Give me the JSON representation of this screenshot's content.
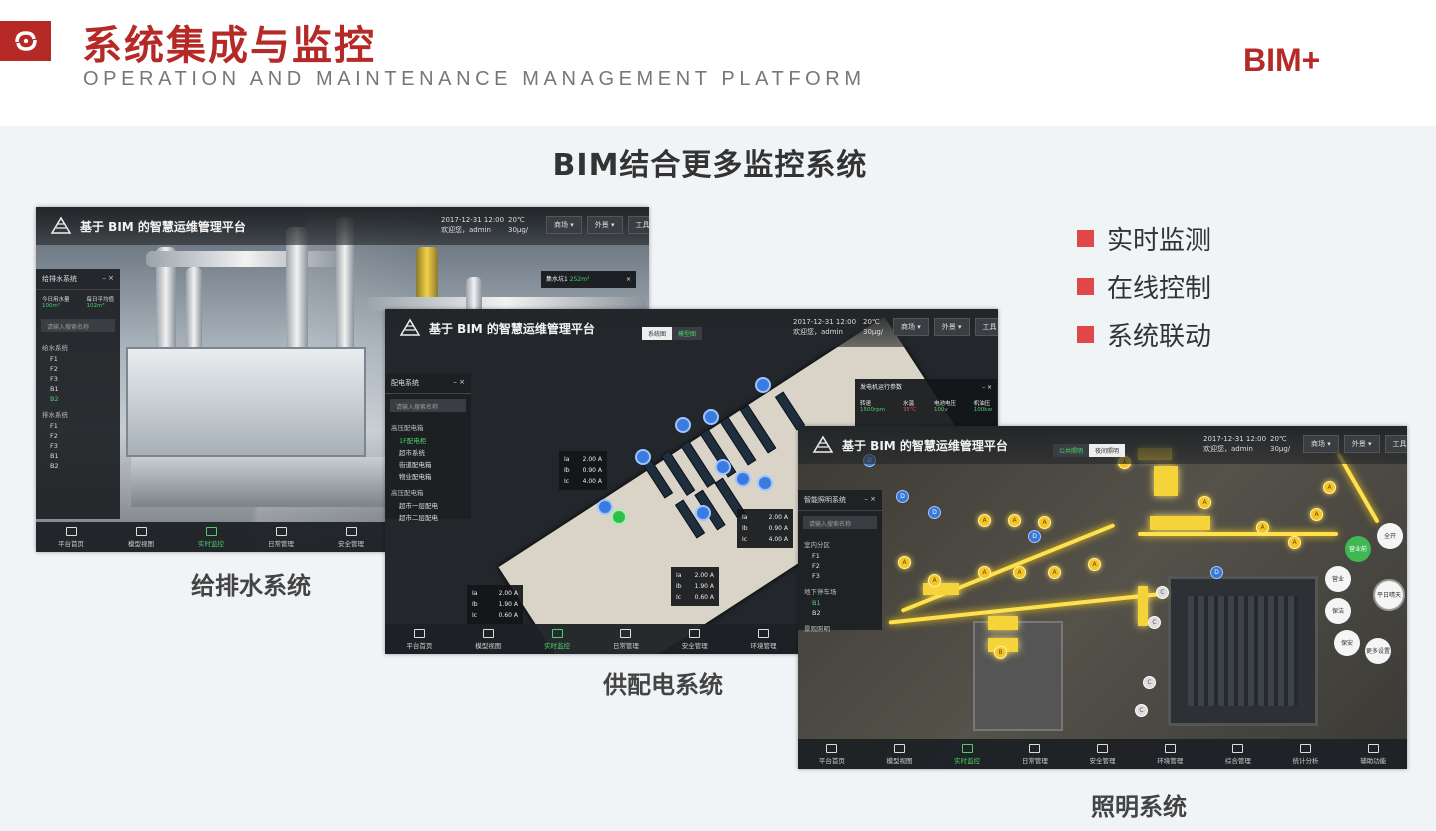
{
  "header": {
    "title": "系统集成与监控",
    "subtitle": "OPERATION AND MAINTENANCE MANAGEMENT PLATFORM",
    "brand": "BIM+"
  },
  "section_heading": "BIM结合更多监控系统",
  "features": [
    "实时监测",
    "在线控制",
    "系统联动"
  ],
  "captions": {
    "water": "给排水系统",
    "power": "供配电系统",
    "lighting": "照明系统"
  },
  "app": {
    "title": "基于 BIM 的智慧运维管理平台",
    "datetime": "2017-12-31 12:00",
    "welcome": "欢迎您，",
    "user": "admin",
    "temp": "20℃",
    "pm": "30μg/",
    "menus": [
      "商场 ▾",
      "外景 ▾",
      "工具 ▾"
    ],
    "nav_water": [
      "平台首页",
      "模型视图",
      "实时监控",
      "日常管理",
      "安全管理"
    ],
    "nav_power": [
      "平台首页",
      "模型视图",
      "实时监控",
      "日常管理",
      "安全管理",
      "环境管理"
    ],
    "nav_light": [
      "平台首页",
      "模型视图",
      "实时监控",
      "日常管理",
      "安全管理",
      "环境管理",
      "综合管理",
      "统计分析",
      "辅助功能"
    ]
  },
  "water_panel": {
    "title": "给排水系统",
    "stat1_label": "今日用水量",
    "stat1_value": "100m³",
    "stat2_label": "每日平均值",
    "stat2_value": "102m³",
    "search": "请输入搜索名称",
    "group1": "给水系统",
    "group1_items": [
      "F1",
      "F2",
      "F3",
      "B1",
      "B2"
    ],
    "group2": "排水系统",
    "group2_items": [
      "F1",
      "F2",
      "F3",
      "B1",
      "B2"
    ],
    "tank_label": "集水坑1",
    "tank_value": "252m³"
  },
  "power_panel": {
    "title": "配电系统",
    "search": "请输入搜索名称",
    "group1": "高压配电箱",
    "group1_items": [
      "1F配电柜",
      "超市系统",
      "街道配电箱",
      "物业配电箱"
    ],
    "group2": "高压配电箱",
    "group2_items": [
      "超市一层配电",
      "超市二层配电"
    ],
    "toggle": [
      "系统图",
      "模型图"
    ],
    "gen_title": "发电机运行参数",
    "gen_labels": [
      "转速",
      "水温",
      "电池电压",
      "机油压"
    ],
    "gen_values": [
      "1500rpm",
      "35℃",
      "100v",
      "100kw"
    ],
    "readout_labels": [
      "Ia",
      "Ib",
      "Ic"
    ],
    "readout_values": [
      "2.00 A",
      "0.90 A",
      "4.00 A"
    ],
    "readout2_values": [
      "2.00 A",
      "1.90 A",
      "0.60 A"
    ]
  },
  "light_panel": {
    "title": "智能照明系统",
    "search": "请输入搜索名称",
    "group1": "室内分区",
    "group1_items": [
      "F1",
      "F2",
      "F3"
    ],
    "group2": "地下停车场",
    "group2_items": [
      "B1",
      "B2"
    ],
    "group3": "景观照明",
    "toggle": [
      "公共照明",
      "夜间照明"
    ],
    "buttons": [
      "全开",
      "营业前",
      "营业",
      "保洁",
      "保安",
      "平日晴天",
      "更多设置"
    ]
  },
  "colors": {
    "accent": "#b52a27",
    "bullet": "#e04848",
    "active_nav": "#4cd06b"
  }
}
